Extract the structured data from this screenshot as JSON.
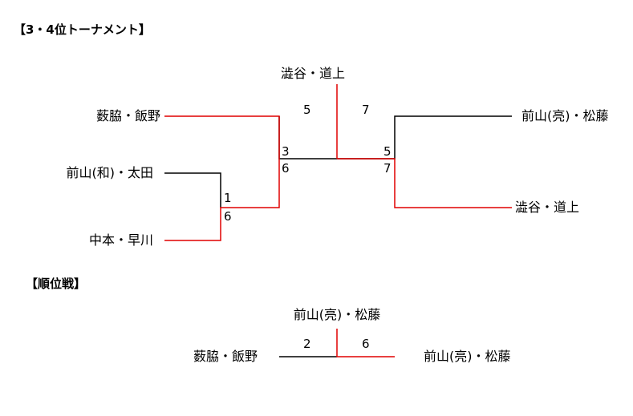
{
  "tournament": {
    "heading": "【3・4位トーナメント】",
    "left": {
      "team_a": "薮脇・飯野",
      "team_b": "前山(和)・太田",
      "team_c": "中本・早川"
    },
    "right": {
      "team_top": "前山(亮)・松藤",
      "team_bottom": "澁谷・道上"
    },
    "winner": "澁谷・道上",
    "scores": {
      "semi_left_top": "1",
      "semi_left_bottom": "6",
      "left_final_top": "3",
      "left_final_bottom": "6",
      "right_top": "5",
      "right_bottom": "7",
      "final_left": "5",
      "final_right": "7"
    }
  },
  "placement": {
    "heading": "【順位戦】",
    "winner": "前山(亮)・松藤",
    "left_team": "薮脇・飯野",
    "right_team": "前山(亮)・松藤",
    "score_left": "2",
    "score_right": "6"
  },
  "colors": {
    "win_line": "#e00000",
    "lose_line": "#000000"
  }
}
